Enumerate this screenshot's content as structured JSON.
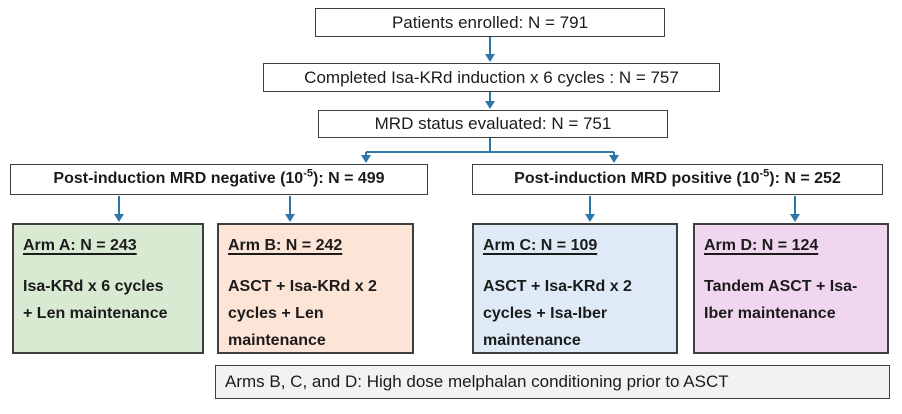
{
  "colors": {
    "connector": "#2E75A8",
    "box_border": "#3F3F3F",
    "arm_a_fill": "#D9EAD3",
    "arm_b_fill": "#FCE4D6",
    "arm_c_fill": "#DEEBF7",
    "arm_d_fill": "#F0D6EF",
    "footnote_fill": "#F2F2F2"
  },
  "flow": {
    "enrolled": "Patients enrolled: N = 791",
    "induction": "Completed Isa-KRd induction x 6 cycles : N = 757",
    "mrd_evaluated": "MRD status evaluated: N = 751",
    "mrd_negative": {
      "prefix": "Post-induction MRD negative (10",
      "sup": "-5",
      "suffix": "): N = 499"
    },
    "mrd_positive": {
      "prefix": "Post-induction MRD positive (10",
      "sup": "-5",
      "suffix": "): N = 252"
    },
    "arms": [
      {
        "id": "A",
        "title": "Arm A: N = 243",
        "body": "Isa-KRd x 6 cycles + Len maintenance",
        "body_lines": [
          "Isa-KRd x 6 cycles",
          "+ Len maintenance"
        ]
      },
      {
        "id": "B",
        "title": "Arm B: N = 242",
        "body": "ASCT + Isa-KRd x 2 cycles + Len maintenance",
        "body_lines": [
          "ASCT + Isa-KRd x 2",
          "cycles + Len",
          "maintenance"
        ]
      },
      {
        "id": "C",
        "title": "Arm C: N = 109",
        "body": "ASCT + Isa-KRd x 2 cycles + Isa-Iber maintenance",
        "body_lines": [
          "ASCT + Isa-KRd x 2",
          "cycles + Isa-Iber",
          "maintenance"
        ]
      },
      {
        "id": "D",
        "title": "Arm D: N = 124",
        "body": "Tandem ASCT + Isa-Iber maintenance",
        "body_lines": [
          "Tandem ASCT + Isa-",
          "Iber maintenance"
        ]
      }
    ],
    "footnote": "Arms B, C, and D: High dose melphalan conditioning prior to ASCT"
  }
}
